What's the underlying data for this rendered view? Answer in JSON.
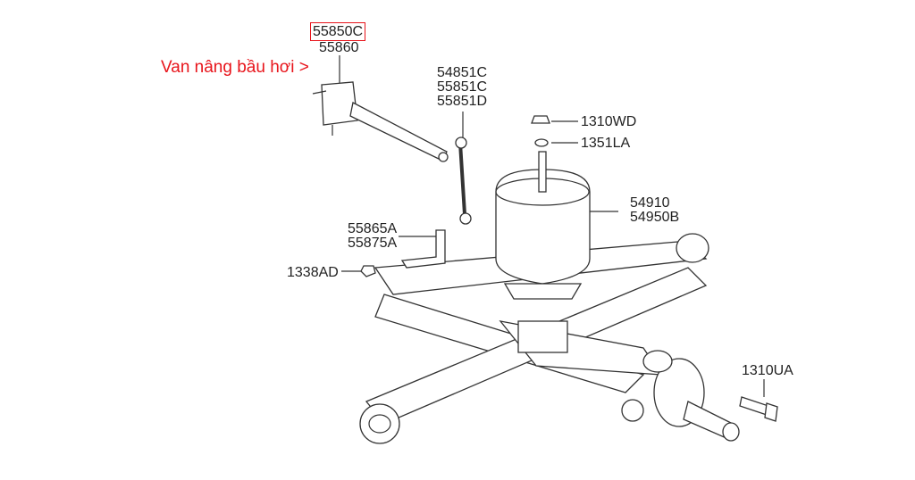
{
  "annotation": "Van nâng bầu hơi >",
  "highlight_color": "#e8141b",
  "parts": {
    "valve": [
      "55850C",
      "55860"
    ],
    "link": [
      "54851C",
      "55851C",
      "55851D"
    ],
    "nut_top": "1310WD",
    "washer": "1351LA",
    "air_spring": [
      "54910",
      "54950B"
    ],
    "bracket": [
      "55865A",
      "55875A"
    ],
    "nut_left": "1338AD",
    "bolt": "1310UA"
  }
}
